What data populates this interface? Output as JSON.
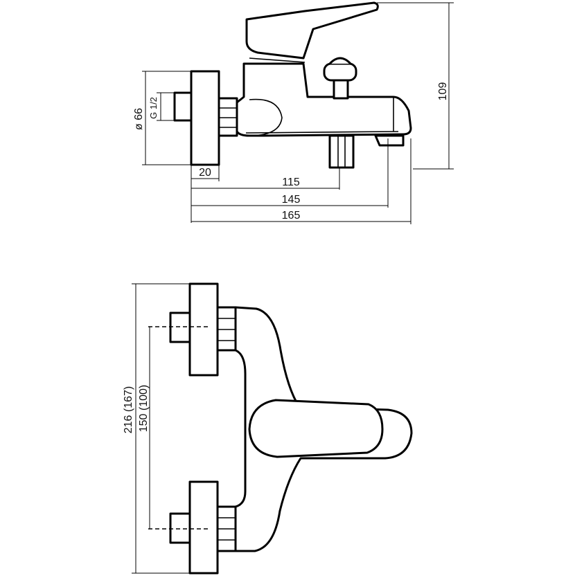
{
  "top_view": {
    "dim_diameter": "ø 66",
    "dim_thread": "G 1/2",
    "dim_height": "109",
    "dim_flange": "20",
    "dim_115": "115",
    "dim_145": "145",
    "dim_165": "165"
  },
  "bottom_view": {
    "dim_total": "216 (167)",
    "dim_centers": "150 (100)"
  }
}
